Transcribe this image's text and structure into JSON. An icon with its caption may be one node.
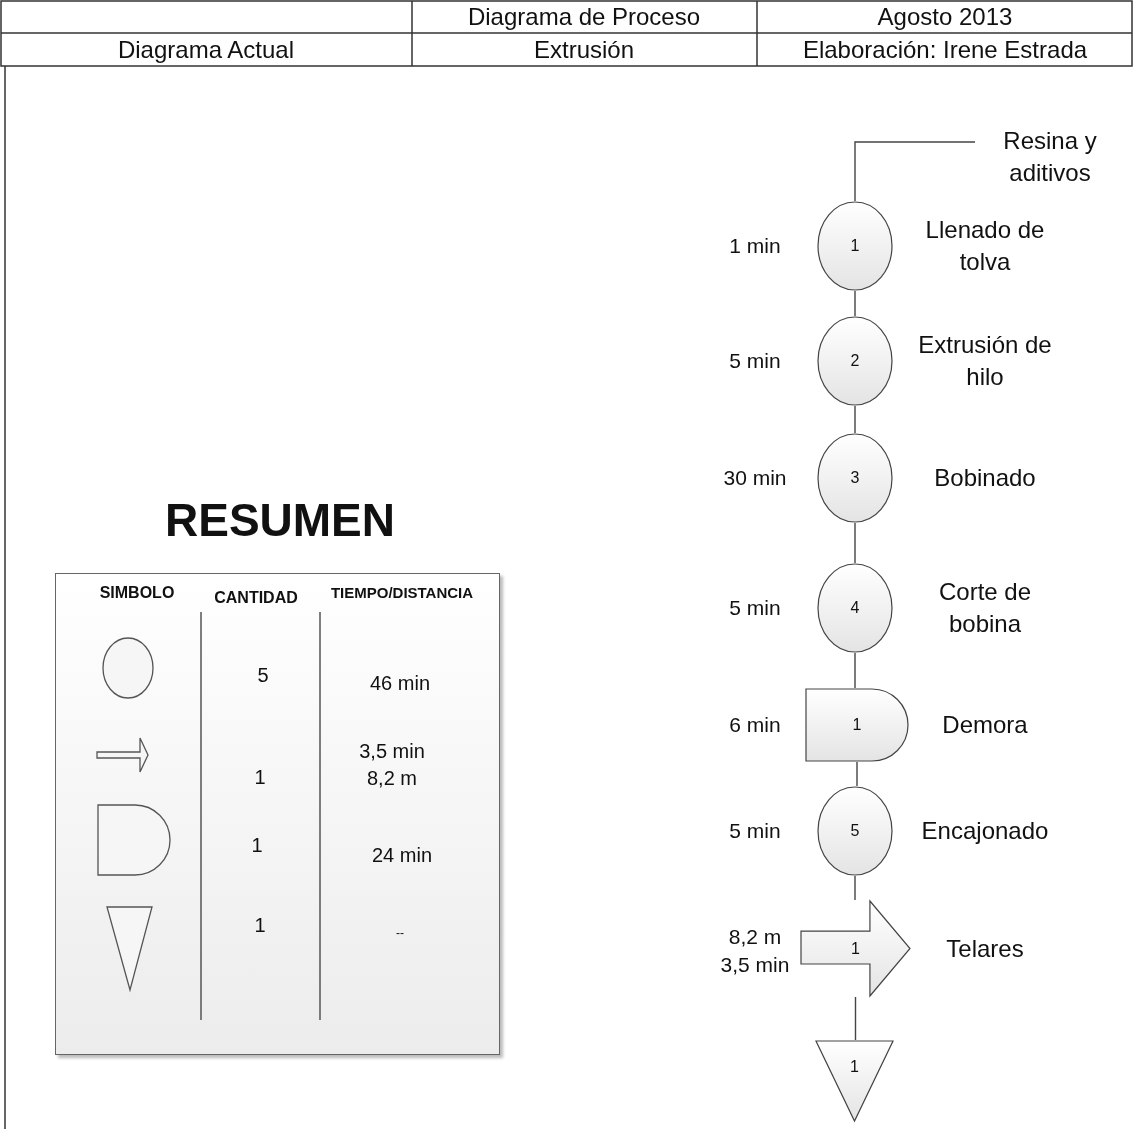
{
  "diagram": {
    "nodes": [
      {
        "text": [
          "Resina y aditivos"
        ]
      },
      {
        "text": [
          "1"
        ],
        "beside": [
          "1 min",
          "Llenado de tolva"
        ]
      },
      {
        "text": [
          "2"
        ],
        "beside": [
          "5 min",
          "Extrusión de hilo"
        ]
      },
      {
        "text": [
          "3"
        ],
        "beside": [
          "30 min",
          "Bobinado"
        ]
      },
      {
        "text": [
          "4"
        ],
        "beside": [
          "5 min",
          "Corte de bobina"
        ]
      },
      {
        "text": [
          "1"
        ],
        "beside": [
          "6 min",
          "Demora"
        ]
      },
      {
        "text": [
          "5"
        ],
        "beside": [
          "5 min",
          "Encajonado"
        ]
      },
      {
        "text": [
          "1"
        ],
        "beside": [
          "8,2 m 3,5 min",
          "Telares"
        ]
      },
      {
        "text": [
          "1"
        ]
      }
    ],
    "edges": [
      {
        "from": 0,
        "to": 1,
        "arrow": "none"
      },
      {
        "from": 1,
        "to": 2,
        "arrow": "none"
      },
      {
        "from": 2,
        "to": 3,
        "arrow": "none"
      },
      {
        "from": 3,
        "to": 4,
        "arrow": "none"
      },
      {
        "from": 4,
        "to": 5,
        "arrow": "none"
      },
      {
        "from": 5,
        "to": 6,
        "arrow": "none"
      },
      {
        "from": 6,
        "to": 7,
        "arrow": "none"
      },
      {
        "from": 7,
        "to": 8,
        "arrow": "none"
      }
    ],
    "labels": [
      "Diagrama de Proceso",
      "Agosto 2013",
      "Diagrama Actual",
      "Extrusión",
      "Elaboración: Irene Estrada",
      "RESUMEN",
      "SIMBOLO",
      "CANTIDAD",
      "TIEMPO/DISTANCIA",
      "5",
      "46 min",
      "1",
      "3,5 min 8,2 m",
      "1",
      "24 min",
      "1",
      "--"
    ]
  }
}
